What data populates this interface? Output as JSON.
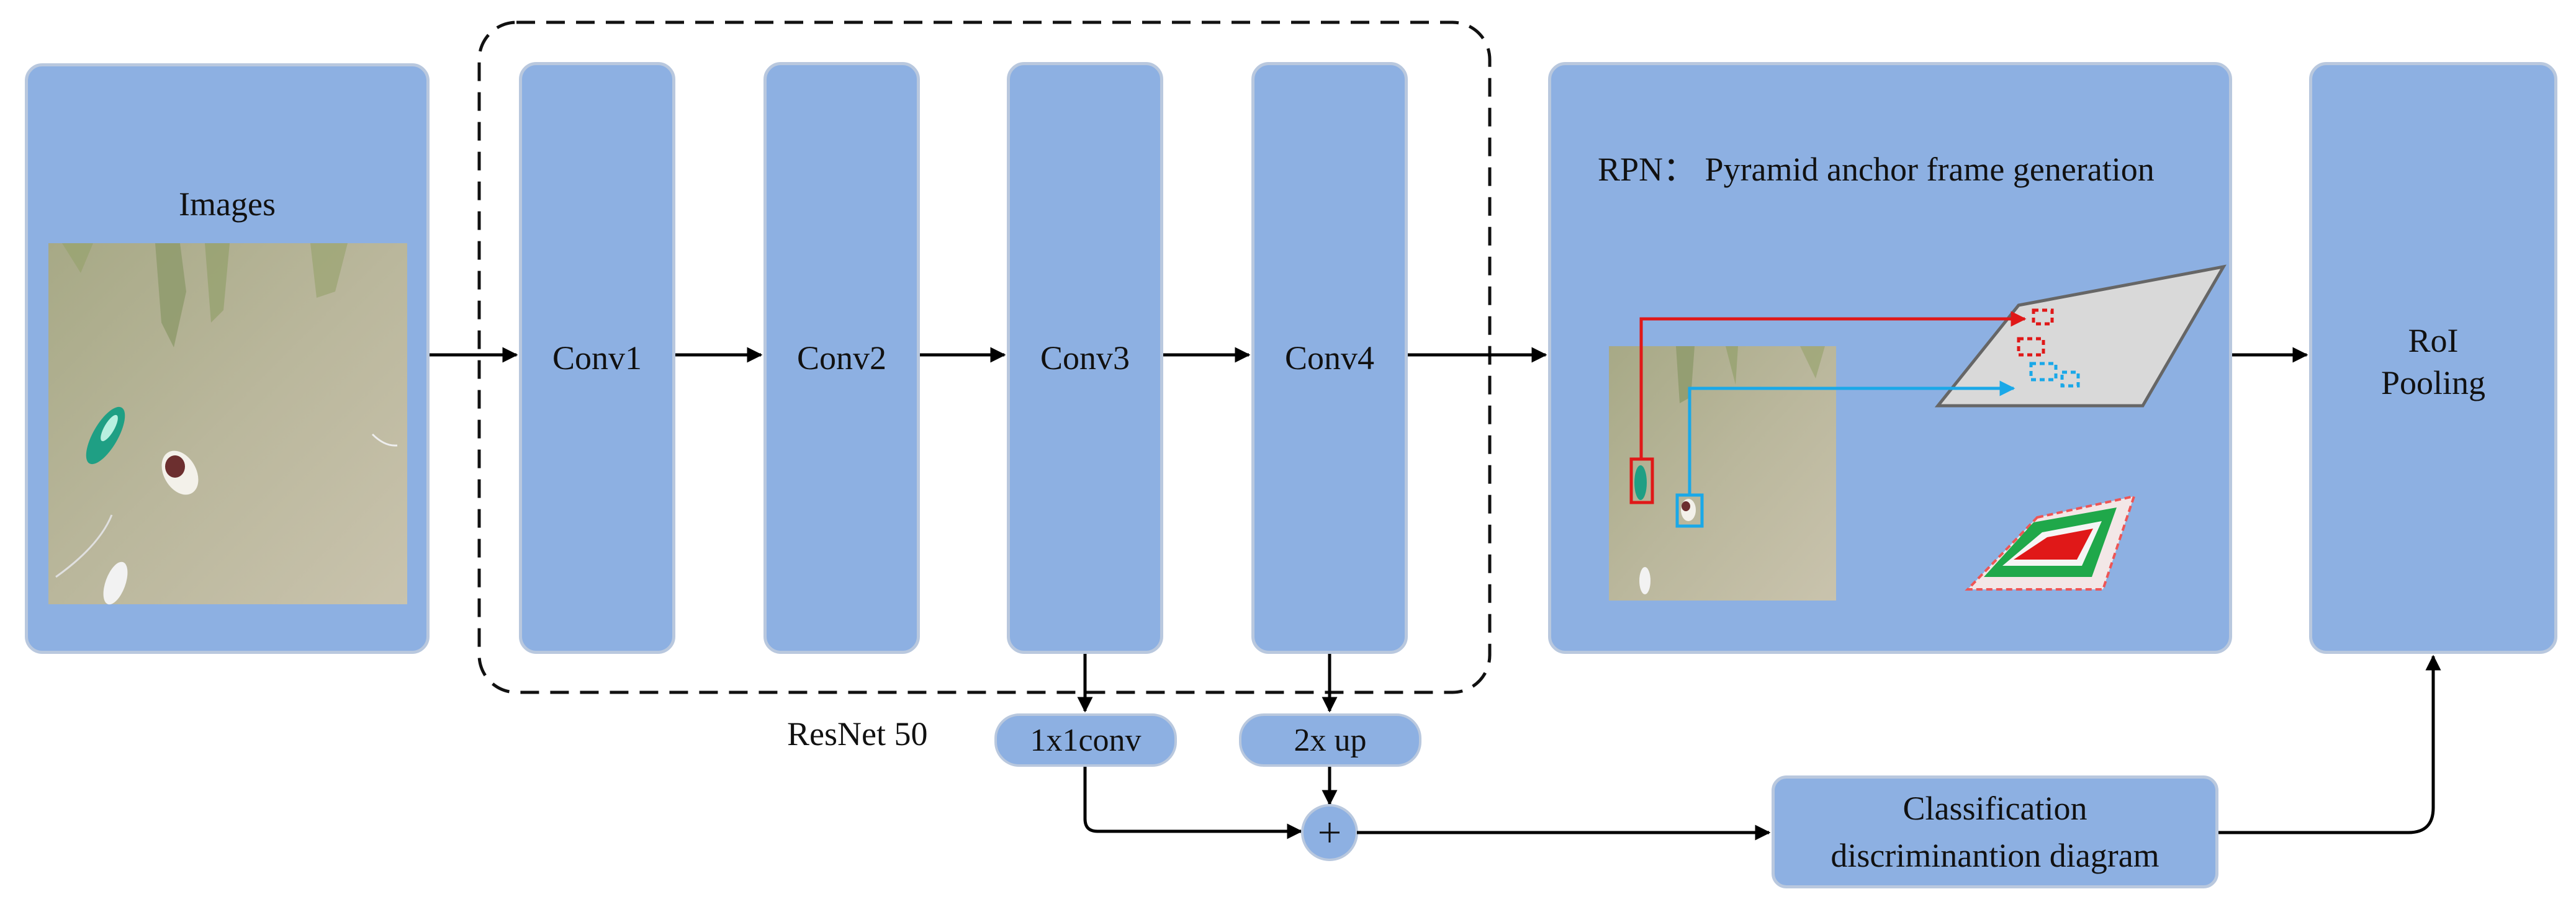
{
  "inputs": {
    "title": "Images"
  },
  "backbone": {
    "name": "ResNet 50",
    "layers": [
      "Conv1",
      "Conv2",
      "Conv3",
      "Conv4"
    ]
  },
  "neck": {
    "lateral": "1x1conv",
    "upsample": "2x up",
    "merge_symbol": "+"
  },
  "rpn": {
    "title": "RPN： Pyramid anchor frame generation"
  },
  "classifier": {
    "line1": "Classification",
    "line2": "discriminantion diagram"
  },
  "roi": {
    "line1": "RoI",
    "line2": "Pooling"
  },
  "colors": {
    "box_fill": "#8db0e2",
    "box_border": "#b9c8de",
    "water": "#b6b59c",
    "anchor_red": "#e01818",
    "anchor_blue": "#1aa8e8",
    "anchor_green": "#1fa84a"
  }
}
